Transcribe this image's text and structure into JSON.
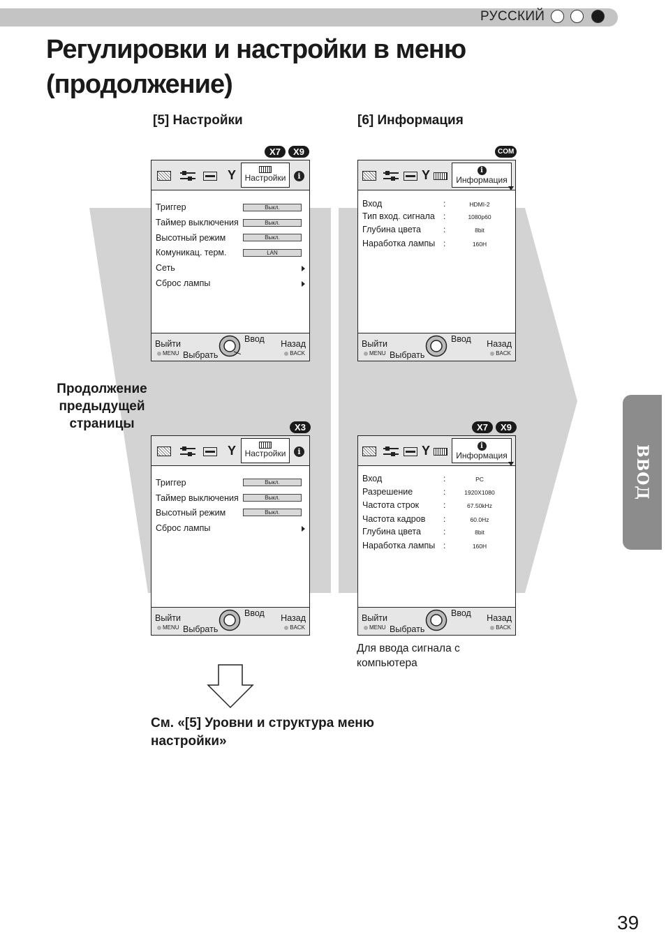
{
  "header": {
    "language": "РУССКИЙ"
  },
  "title": "Регулировки и настройки в меню (продолжение)",
  "sections": {
    "settings": "[5] Настройки",
    "info": "[6] Информация"
  },
  "badges": {
    "x7": "X7",
    "x9": "X9",
    "x3": "X3",
    "com": "COM"
  },
  "footer_common": {
    "exit": "Выйти",
    "menu": "MENU",
    "select": "Выбрать",
    "enter": "Ввод",
    "back": "Назад",
    "back_btn": "BACK"
  },
  "screen_settings_x7x9": {
    "active_tab": "Настройки",
    "rows": [
      {
        "label": "Триггер",
        "value": "Выкл."
      },
      {
        "label": "Таймер выключения",
        "value": "Выкл."
      },
      {
        "label": "Высотный режим",
        "value": "Выкл."
      },
      {
        "label": "Комуникац. терм.",
        "value": "LAN"
      },
      {
        "label": "Сеть"
      },
      {
        "label": "Сброс лампы"
      }
    ]
  },
  "screen_settings_x3": {
    "active_tab": "Настройки",
    "rows": [
      {
        "label": "Триггер",
        "value": "Выкл."
      },
      {
        "label": "Таймер выключения",
        "value": "Выкл."
      },
      {
        "label": "Высотный режим",
        "value": "Выкл."
      },
      {
        "label": "Сброс лампы"
      }
    ]
  },
  "screen_info_com": {
    "active_tab": "Информация",
    "rows": [
      {
        "label": "Вход",
        "value": "HDMI-2"
      },
      {
        "label": "Тип вход. сигнала",
        "value": "1080p60"
      },
      {
        "label": "Глубина цвета",
        "value": "8bit"
      },
      {
        "label": "Наработка лампы",
        "value": "160H"
      }
    ]
  },
  "screen_info_pc": {
    "active_tab": "Информация",
    "rows": [
      {
        "label": "Вход",
        "value": "PC"
      },
      {
        "label": "Разрешение",
        "value": "1920X1080"
      },
      {
        "label": "Частота строк",
        "value": "67.50kHz"
      },
      {
        "label": "Частота кадров",
        "value": "60.0Hz"
      },
      {
        "label": "Глубина цвета",
        "value": "8bit"
      },
      {
        "label": "Наработка лампы",
        "value": "160H"
      }
    ]
  },
  "continue_label": "Продолжение предыдущей страницы",
  "pc_note": "Для ввода сигнала с компьютера",
  "see_also": "См. «[5] Уровни и структура меню настройки»",
  "side_tab": "ВВОД",
  "page_number": "39",
  "colors": {
    "header_bar": "#c4c4c4",
    "backdrop": "#d3d3d3",
    "side_tab": "#8c8c8c",
    "screen_bar": "#e6e6e6"
  }
}
